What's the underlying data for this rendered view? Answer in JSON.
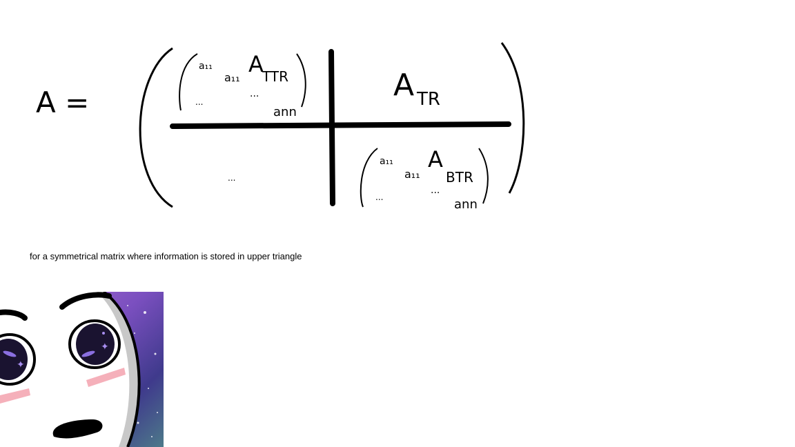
{
  "equation": {
    "lhs": "A =",
    "top_left": {
      "sub_a11_small": "a₁₁",
      "sub_a11": "a₁₁",
      "block": "A",
      "block_sub": "TTR",
      "dots": "...",
      "ellipsis": "...",
      "ann": "ann"
    },
    "top_right": {
      "block": "A",
      "block_sub": "TR"
    },
    "bottom_left": {
      "dots": "..."
    },
    "bottom_right": {
      "sub_a11_small": "a₁₁",
      "sub_a11": "a₁₁",
      "block": "A",
      "block_sub": "BTR",
      "dots": "...",
      "ellipsis": "...",
      "ann": "ann"
    }
  },
  "caption": "for a symmetrical matrix where information is stored in upper triangle",
  "image": {
    "name": "amazed-face-meme",
    "colors": {
      "galaxy": "#7a4fbf",
      "blush": "#f4a7b3",
      "face": "#ffffff",
      "outline": "#000000",
      "shade": "#c8c8c8"
    }
  }
}
